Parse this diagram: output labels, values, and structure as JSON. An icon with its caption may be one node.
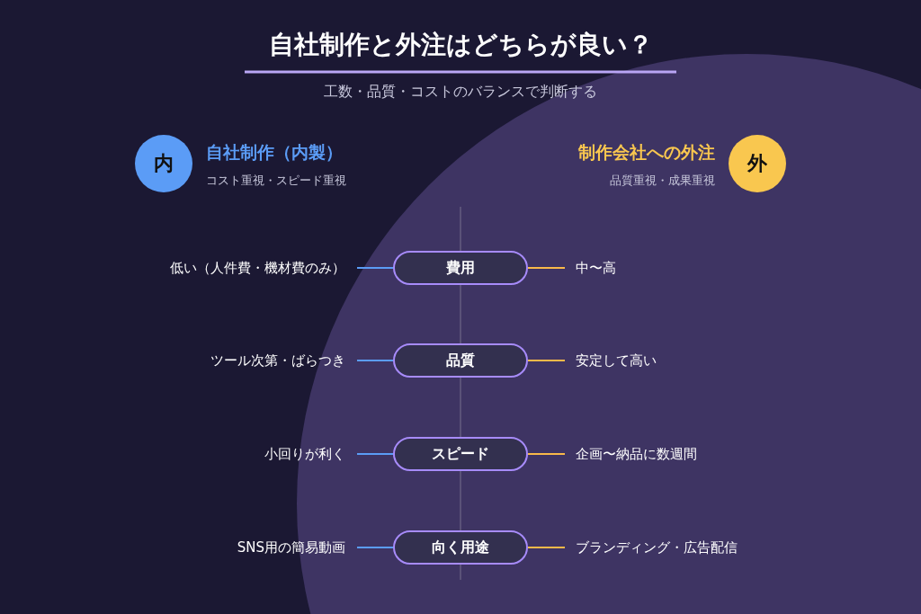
{
  "diagram": {
    "title": "自社制作と外注はどちらが良い？",
    "nodes": [
      {
        "text": [
          "内"
        ]
      },
      {
        "text": [
          "外"
        ]
      },
      {
        "text": [
          "低い（人件費・機材費のみ）"
        ]
      },
      {
        "text": [
          "費用"
        ]
      },
      {
        "text": [
          "中〜高"
        ]
      },
      {
        "text": [
          "ツール次第・ばらつき"
        ]
      },
      {
        "text": [
          "品質"
        ]
      },
      {
        "text": [
          "安定して高い"
        ]
      },
      {
        "text": [
          "小回りが利く"
        ]
      },
      {
        "text": [
          "スピード"
        ]
      },
      {
        "text": [
          "企画〜納品に数週間"
        ]
      },
      {
        "text": [
          "SNS用の簡易動画"
        ]
      },
      {
        "text": [
          "向く用途"
        ]
      },
      {
        "text": [
          "ブランディング・広告配信"
        ]
      }
    ],
    "edges": [
      {
        "from": 2,
        "to": 3,
        "arrow": "none",
        "color": "#5b9cf6"
      },
      {
        "from": 3,
        "to": 4,
        "arrow": "none",
        "color": "#f9b949"
      },
      {
        "from": 5,
        "to": 6,
        "arrow": "none",
        "color": "#5b9cf6"
      },
      {
        "from": 6,
        "to": 7,
        "arrow": "none",
        "color": "#f9b949"
      },
      {
        "from": 8,
        "to": 9,
        "arrow": "none",
        "color": "#5b9cf6"
      },
      {
        "from": 9,
        "to": 10,
        "arrow": "none",
        "color": "#f9b949"
      },
      {
        "from": 11,
        "to": 12,
        "arrow": "none",
        "color": "#5b9cf6"
      },
      {
        "from": 12,
        "to": 13,
        "arrow": "none",
        "color": "#f9b949"
      }
    ],
    "labels": [
      "工数・品質・コストのバランスで判断する",
      "自社制作（内製）",
      "コスト重視・スピード重視",
      "制作会社への外注",
      "品質重視・成果重視"
    ]
  }
}
